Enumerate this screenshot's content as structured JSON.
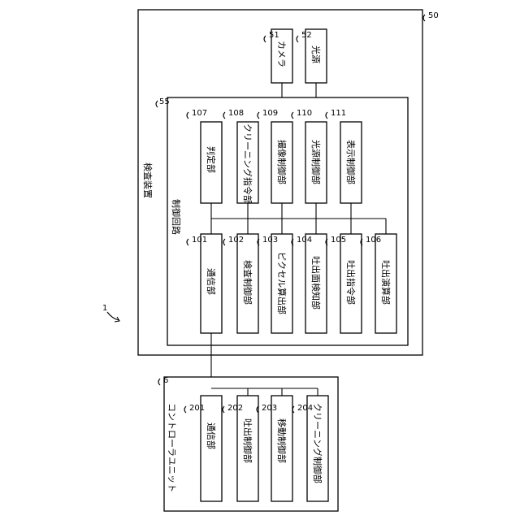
{
  "diagram": {
    "system_ref": "1",
    "inspection_device": {
      "label": "検査装置",
      "ref": "50",
      "camera": {
        "label": "カメラ",
        "ref": "51"
      },
      "light_source": {
        "label": "光源",
        "ref": "52"
      },
      "control_circuit": {
        "label": "制御回路",
        "ref": "55",
        "top_blocks": [
          {
            "label": "判定部",
            "ref": "107"
          },
          {
            "label": "クリーニング指令部",
            "ref": "108"
          },
          {
            "label": "撮像制御部",
            "ref": "109"
          },
          {
            "label": "光源制御部",
            "ref": "110"
          },
          {
            "label": "表示制御部",
            "ref": "111"
          }
        ],
        "bottom_blocks": [
          {
            "label": "通信部",
            "ref": "101"
          },
          {
            "label": "検査制御部",
            "ref": "102"
          },
          {
            "label": "ピクセル算出部",
            "ref": "103"
          },
          {
            "label": "吐出面検知部",
            "ref": "104"
          },
          {
            "label": "吐出指令部",
            "ref": "105"
          },
          {
            "label": "吐出演算部",
            "ref": "106"
          }
        ]
      }
    },
    "controller_unit": {
      "label": "コントローラユニット",
      "ref": "6",
      "blocks": [
        {
          "label": "通信部",
          "ref": "201"
        },
        {
          "label": "吐出制御部",
          "ref": "202"
        },
        {
          "label": "移動制御部",
          "ref": "203"
        },
        {
          "label": "クリーニング制御部",
          "ref": "204"
        }
      ]
    }
  }
}
